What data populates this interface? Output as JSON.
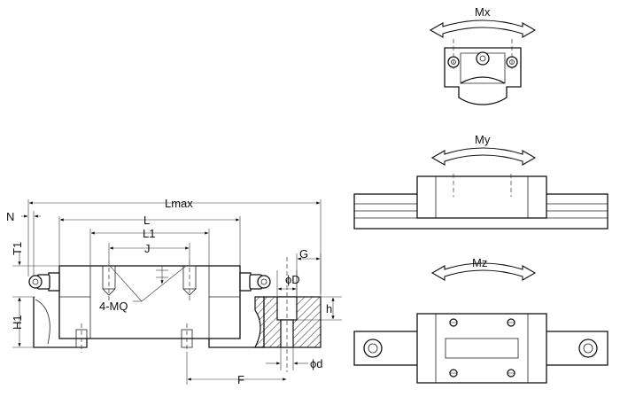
{
  "drawing": {
    "dimensions": {
      "lmax": "Lmax",
      "l": "L",
      "l1": "L1",
      "j": "J",
      "n": "N",
      "t1": "T1",
      "h1": "H1",
      "g": "G",
      "phi_D": "ϕD",
      "h": "h",
      "phi_d": "ϕd",
      "f": "F",
      "tap": "4-MQ"
    },
    "moments": {
      "mx": "Mx",
      "my": "My",
      "mz": "Mz"
    },
    "colors": {
      "line": "#111111",
      "fill_light": "#d9d9d9",
      "arrow_fill": "#ffffff",
      "background": "#ffffff"
    }
  }
}
